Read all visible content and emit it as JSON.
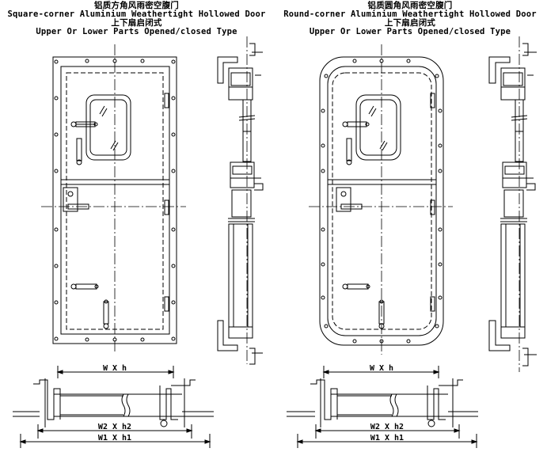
{
  "left": {
    "title_cn": "铝质方角风雨密空腹门",
    "title_en": "Square-corner Aluminium Weathertight Hollowed Door",
    "subtitle_cn": "上下扇启闭式",
    "subtitle_en": "Upper Or Lower Parts Opened/closed Type",
    "dim_top": "W X h",
    "dim_mid": "W2 X h2",
    "dim_bottom": "W1 X h1"
  },
  "right": {
    "title_cn": "铝质圆角风雨密空腹门",
    "title_en": "Round-corner Aluminium Weathertight Hollowed Door",
    "subtitle_cn": "上下扇启闭式",
    "subtitle_en": "Upper Or Lower Parts Opened/closed Type",
    "dim_top": "W X h",
    "dim_mid": "W2 X h2",
    "dim_bottom": "W1 X h1"
  },
  "colors": {
    "line": "#000000",
    "background": "#ffffff"
  }
}
